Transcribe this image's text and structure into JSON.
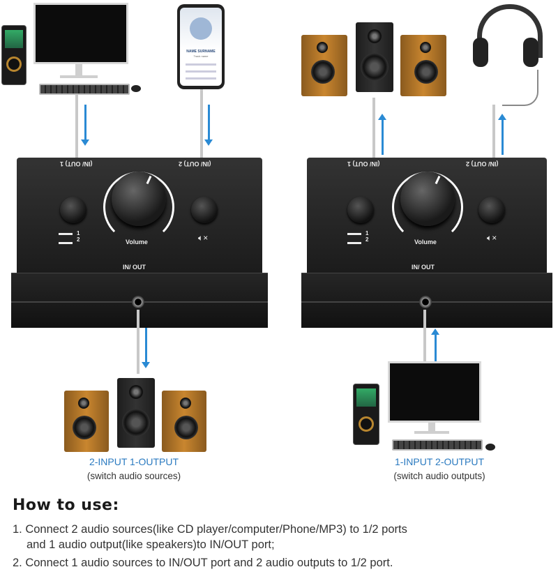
{
  "device": {
    "port1_label": "(IN/ OUT) 1",
    "port2_label": "(IN/ OUT) 2",
    "inout_label": "IN/ OUT",
    "volume_label": "Volume",
    "switch_marks": [
      "1",
      "2"
    ],
    "icons": [
      "switch-icon",
      "mute-icon"
    ]
  },
  "left_setup": {
    "title": "2-INPUT 1-OUTPUT",
    "subtitle": "(switch audio sources)"
  },
  "right_setup": {
    "title": "1-INPUT 2-OUTPUT",
    "subtitle": "(switch audio outputs)"
  },
  "phone": {
    "track_title": "NAME SURNAME",
    "track_sub": "Track name"
  },
  "instructions": {
    "heading": "How to use:",
    "step1": "1. Connect 2 audio sources(like CD player/computer/Phone/MP3) to 1/2 ports",
    "step1_cont": "and 1 audio output(like speakers)to IN/OUT port;",
    "step2": "2. Connect 1 audio sources to IN/OUT port and 2 audio outputs to 1/2 port."
  },
  "colors": {
    "accent": "#2a8ad4",
    "caption": "#2a7ac0",
    "device": "#1b1b1b"
  }
}
